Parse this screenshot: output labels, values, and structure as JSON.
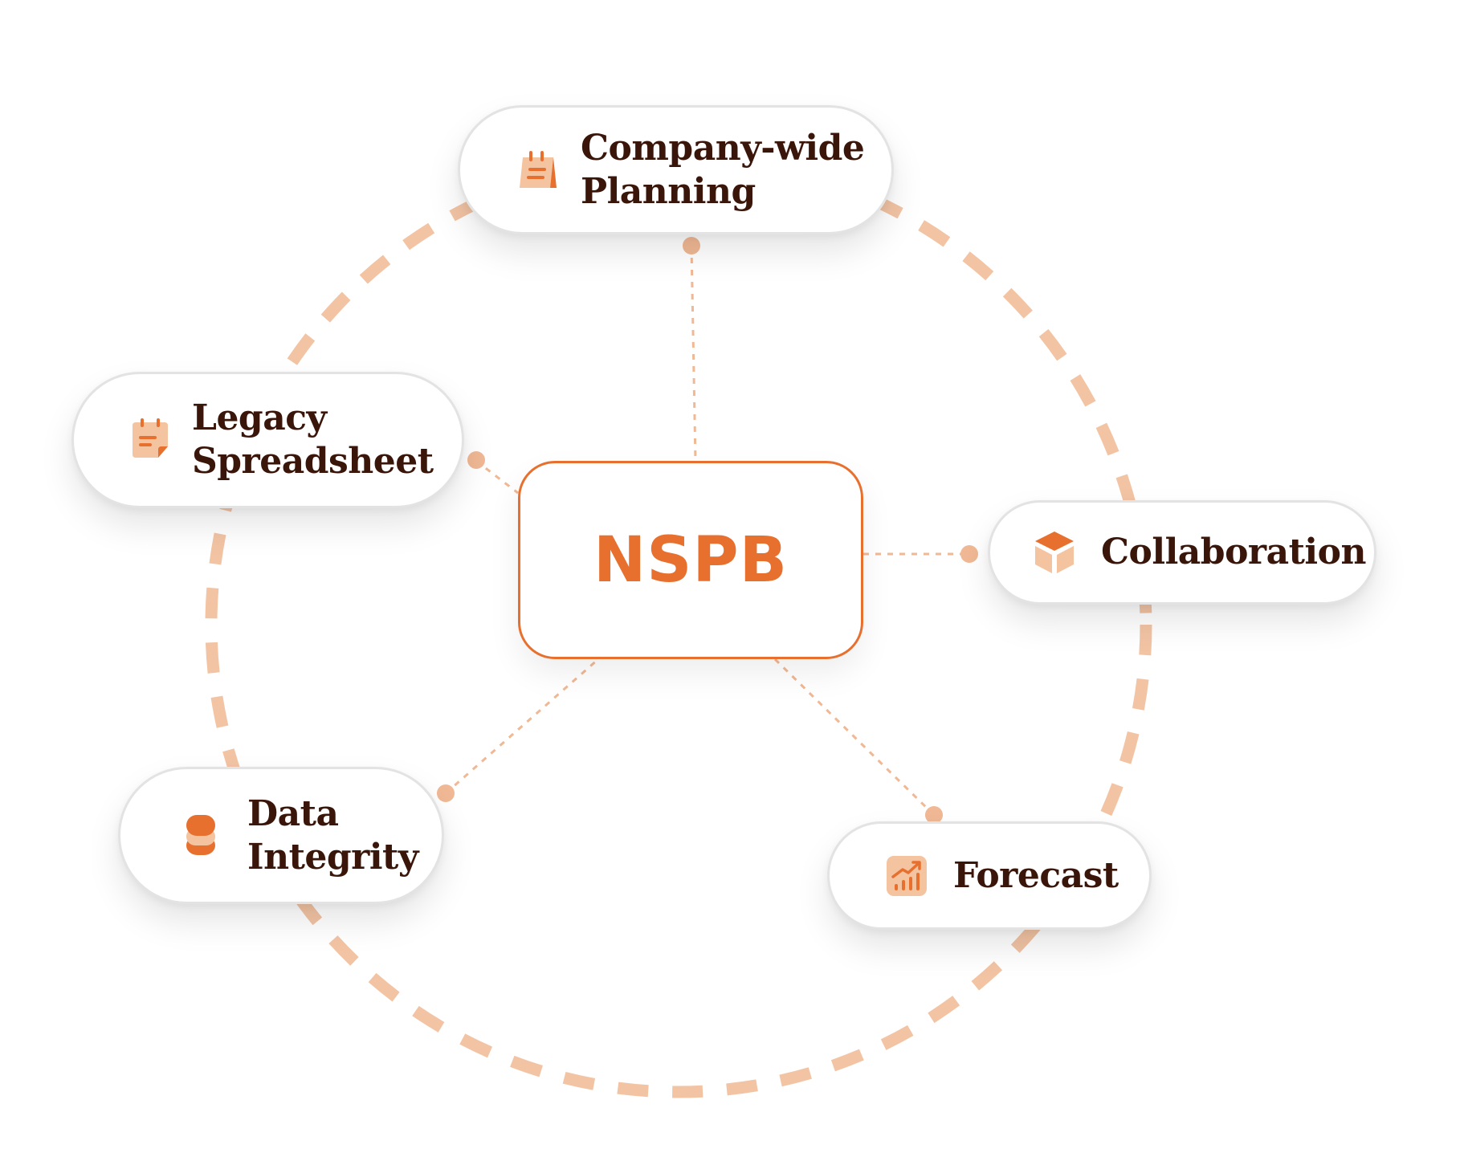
{
  "center": {
    "label": "NSPB"
  },
  "nodes": {
    "planning": {
      "line1": "Company-wide",
      "line2": "Planning",
      "icon": "calendar-notepad-icon"
    },
    "legacy": {
      "line1": "Legacy",
      "line2": "Spreadsheet",
      "icon": "spreadsheet-note-icon"
    },
    "collaboration": {
      "line1": "Collaboration",
      "icon": "cube-box-icon"
    },
    "data": {
      "line1": "Data",
      "line2": "Integrity",
      "icon": "database-icon"
    },
    "forecast": {
      "line1": "Forecast",
      "icon": "trend-chart-icon"
    }
  },
  "colors": {
    "accent": "#e8702f",
    "accent_light": "#f4c3a0",
    "ring": "#f2c4a4",
    "connector": "#f0b894",
    "text": "#3a1509",
    "node_border": "#e3e3e3"
  }
}
